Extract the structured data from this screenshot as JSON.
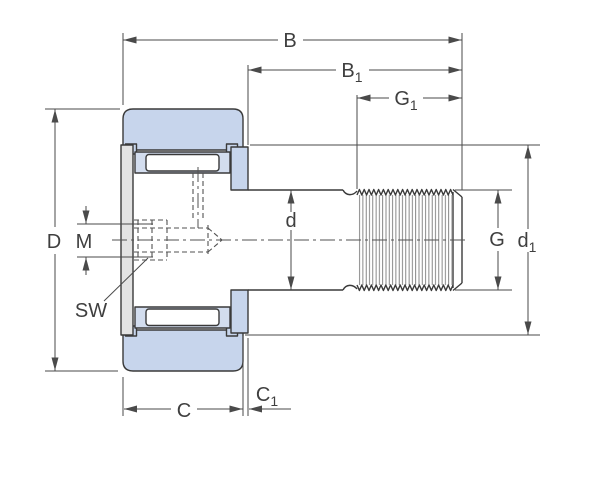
{
  "drawing": {
    "kind": "engineering cross-section of stud-type cam follower bearing",
    "colors": {
      "part_fill": "#c7d5ec",
      "roller_frame_fill": "#d3ddee",
      "washer_fill": "#e3e3e3",
      "roller_fill": "#ffffff",
      "outline": "#3a3a3a",
      "dimension_lines": "#4a4a4a",
      "label_text": "#3f3f3f",
      "background": "#ffffff"
    }
  },
  "labels": {
    "B": {
      "base": "B"
    },
    "B1": {
      "base": "B",
      "sub": "1"
    },
    "G1": {
      "base": "G",
      "sub": "1"
    },
    "D": {
      "base": "D"
    },
    "M": {
      "base": "M"
    },
    "SW": {
      "base": "SW"
    },
    "d": {
      "base": "d"
    },
    "G": {
      "base": "G"
    },
    "d1": {
      "base": "d",
      "sub": "1"
    },
    "C": {
      "base": "C"
    },
    "C1": {
      "base": "C",
      "sub": "1"
    }
  }
}
